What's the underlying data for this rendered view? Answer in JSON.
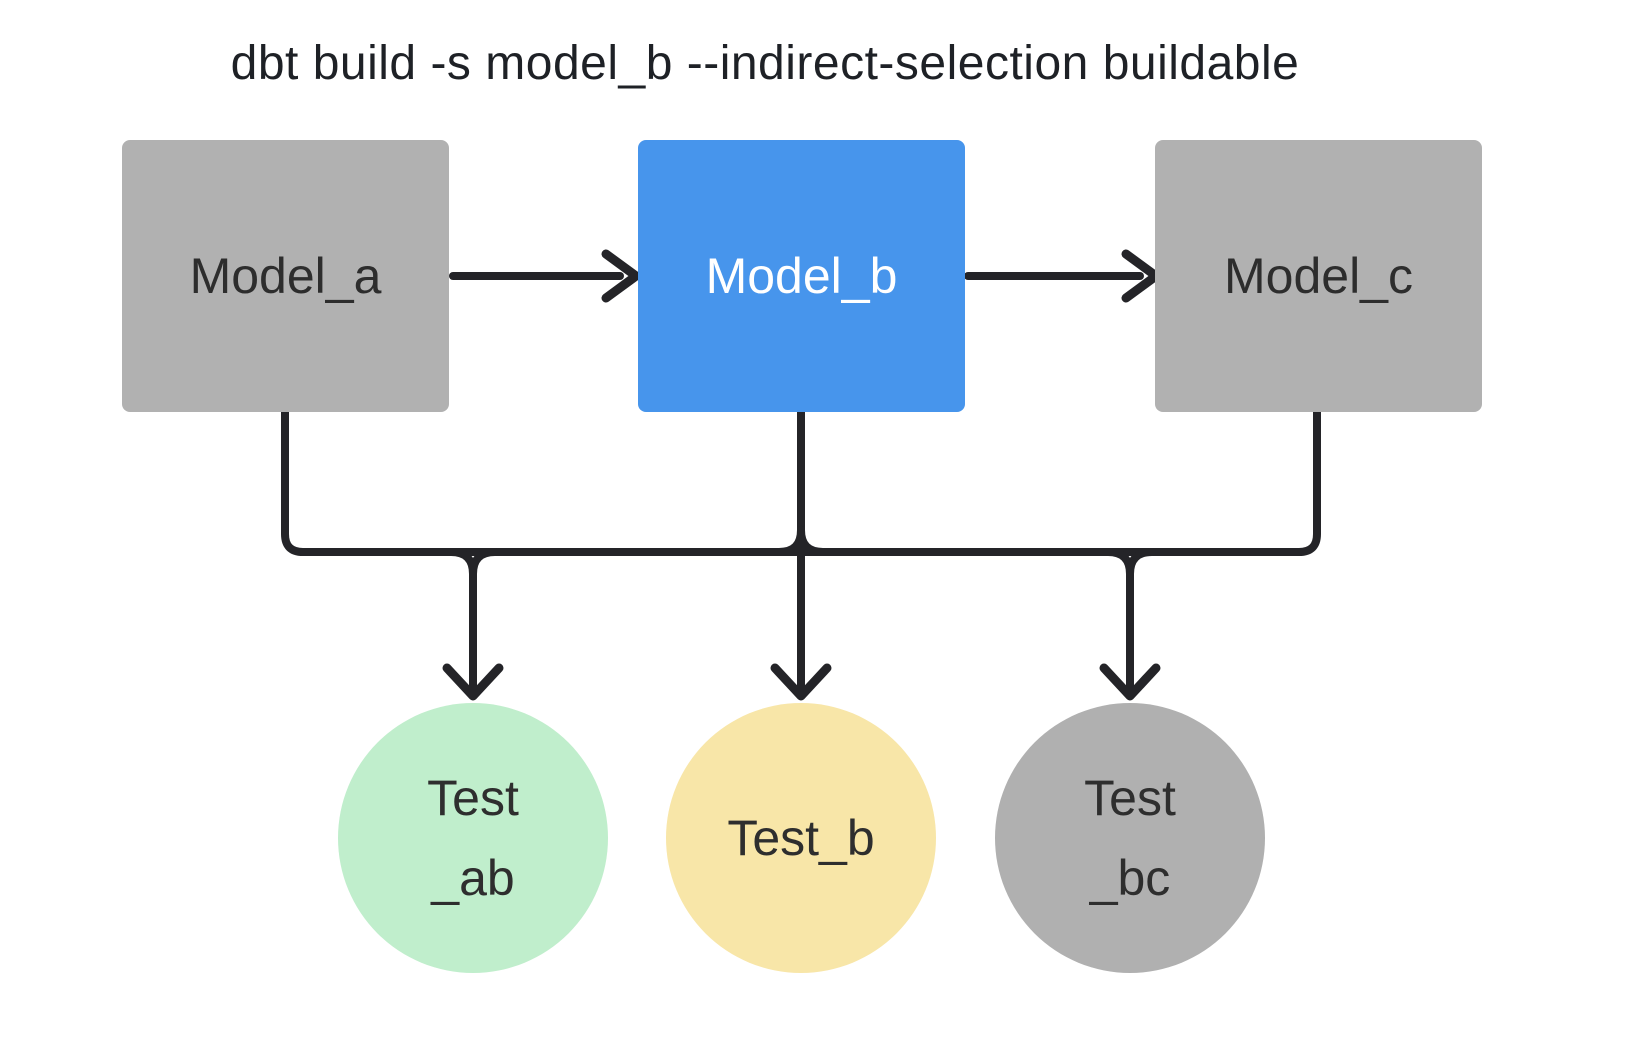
{
  "title": "dbt build -s model_b --indirect-selection buildable",
  "colors": {
    "background": "#ffffff",
    "title_text": "#1e2126",
    "line": "#242428",
    "model_gray": "#b1b1b1",
    "model_blue": "#4795ec",
    "model_text_dark": "#2d2d2d",
    "model_text_light": "#ffffff",
    "test_green": "#c0eecc",
    "test_yellow": "#f8e6a8",
    "test_gray": "#b0b0b0",
    "test_text": "#2e2e2e"
  },
  "nodes": {
    "models": [
      {
        "id": "model_a",
        "label": "Model_a",
        "selected": false
      },
      {
        "id": "model_b",
        "label": "Model_b",
        "selected": true
      },
      {
        "id": "model_c",
        "label": "Model_c",
        "selected": false
      }
    ],
    "tests": [
      {
        "id": "test_ab",
        "line1": "Test",
        "line2": "_ab"
      },
      {
        "id": "test_b",
        "line1": "Test_b",
        "line2": ""
      },
      {
        "id": "test_bc",
        "line1": "Test",
        "line2": "_bc"
      }
    ]
  },
  "edges": [
    {
      "from": "model_a",
      "to": "model_b"
    },
    {
      "from": "model_b",
      "to": "model_c"
    },
    {
      "from": "model_a",
      "to": "test_ab"
    },
    {
      "from": "model_b",
      "to": "test_ab"
    },
    {
      "from": "model_b",
      "to": "test_b"
    },
    {
      "from": "model_b",
      "to": "test_bc"
    },
    {
      "from": "model_c",
      "to": "test_bc"
    }
  ]
}
